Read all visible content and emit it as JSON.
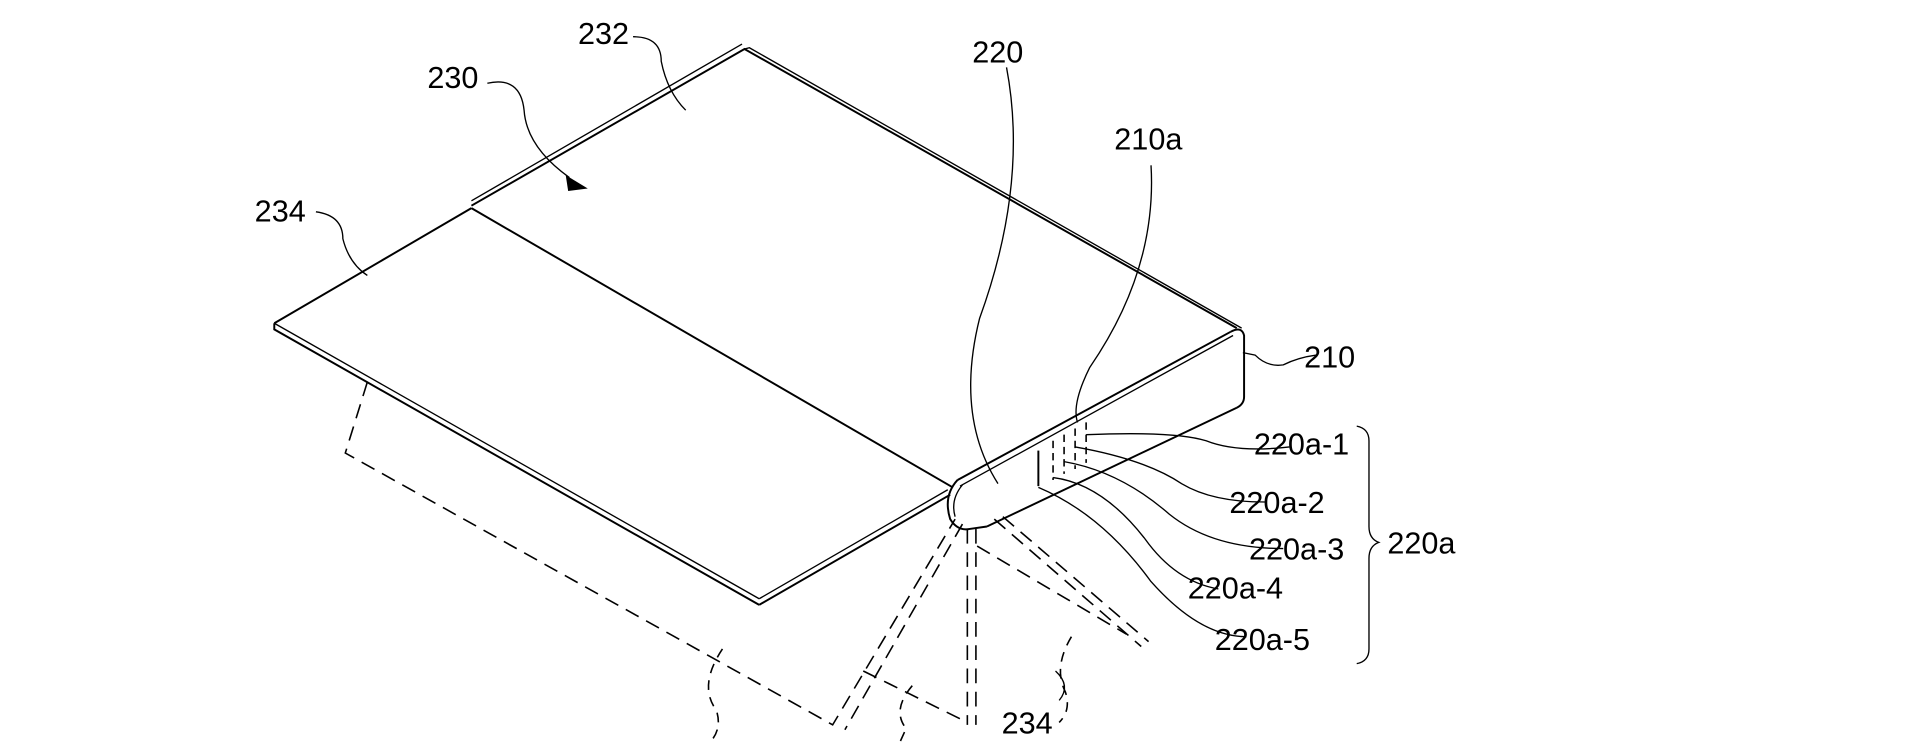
{
  "figure": {
    "labels": {
      "top_panel": "232",
      "display": "230",
      "left_panel": "234",
      "hinge": "220",
      "body_surface": "210a",
      "body": "210",
      "layer_1": "220a-1",
      "layer_2": "220a-2",
      "layer_3": "220a-3",
      "layer_4": "220a-4",
      "layer_5": "220a-5",
      "layer_group": "220a",
      "folded_panel": "234"
    }
  }
}
